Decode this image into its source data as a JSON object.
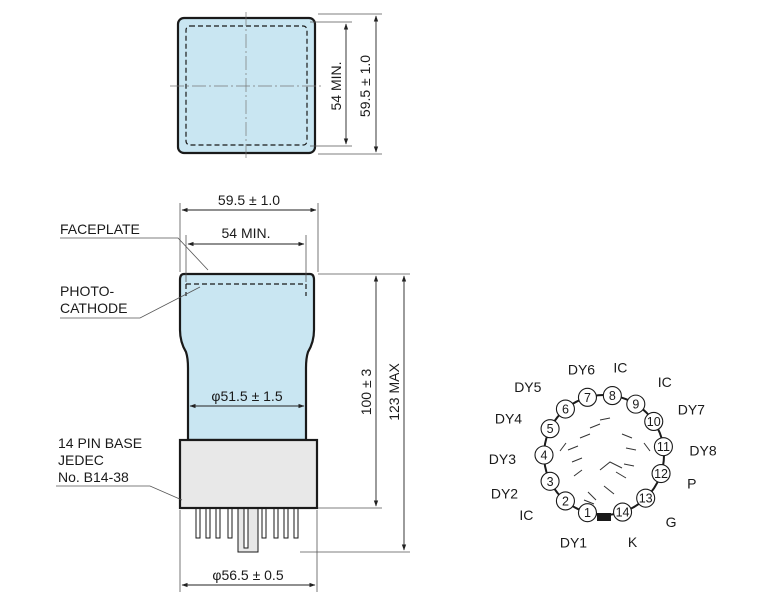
{
  "top_view": {
    "dim_54_min": "54 MIN.",
    "dim_59_5": "59.5 ± 1.0"
  },
  "side_view": {
    "dim_width_outer": "59.5 ± 1.0",
    "dim_width_inner": "54 MIN.",
    "dim_diameter_body": "φ51.5 ± 1.5",
    "dim_diameter_base": "φ56.5 ± 0.5",
    "dim_height_100": "100 ± 3",
    "dim_height_123": "123 MAX",
    "label_faceplate": "FACEPLATE",
    "label_photocathode_1": "PHOTO-",
    "label_photocathode_2": "CATHODE",
    "label_base_1": "14 PIN BASE",
    "label_base_2": "JEDEC",
    "label_base_3": "No. B14-38"
  },
  "pin_diagram": {
    "pins": [
      {
        "num": "1",
        "label": "DY1"
      },
      {
        "num": "2",
        "label": "IC"
      },
      {
        "num": "3",
        "label": "DY2"
      },
      {
        "num": "4",
        "label": "DY3"
      },
      {
        "num": "5",
        "label": "DY4"
      },
      {
        "num": "6",
        "label": "DY5"
      },
      {
        "num": "7",
        "label": "DY6"
      },
      {
        "num": "8",
        "label": "IC"
      },
      {
        "num": "9",
        "label": "IC"
      },
      {
        "num": "10",
        "label": "DY7"
      },
      {
        "num": "11",
        "label": "DY8"
      },
      {
        "num": "12",
        "label": "P"
      },
      {
        "num": "13",
        "label": "G"
      },
      {
        "num": "14",
        "label": "K"
      }
    ]
  },
  "colors": {
    "glass_fill": "#c9e6f2",
    "base_fill": "#e8e8e8",
    "outline": "#1a1a1a"
  }
}
